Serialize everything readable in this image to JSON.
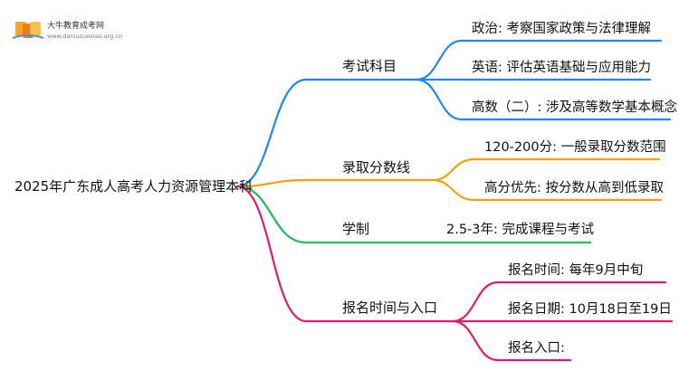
{
  "logo": {
    "title": "大牛教育成考网",
    "url": "www.daniuzuexiao.org.cn"
  },
  "root": {
    "label": "2025年广东成人高考人力资源管理本科"
  },
  "colors": {
    "blue": "#1e88f0",
    "orange": "#f5a00a",
    "green": "#1fbf5a",
    "pink": "#e8176e"
  },
  "branches": [
    {
      "label": "考试科目",
      "color": "blue",
      "leaves": [
        {
          "label": "政治: 考察国家政策与法律理解"
        },
        {
          "label": "英语: 评估英语基础与应用能力"
        },
        {
          "label": "高数（二）: 涉及高等数学基本概念"
        }
      ]
    },
    {
      "label": "录取分数线",
      "color": "orange",
      "leaves": [
        {
          "label": "120-200分: 一般录取分数范围"
        },
        {
          "label": "高分优先: 按分数从高到低录取"
        }
      ]
    },
    {
      "label": "学制",
      "color": "green",
      "leaves": [
        {
          "label": "2.5-3年: 完成课程与考试"
        }
      ]
    },
    {
      "label": "报名时间与入口",
      "color": "pink",
      "leaves": [
        {
          "label": "报名时间: 每年9月中旬"
        },
        {
          "label": "报名日期: 10月18日至19日"
        },
        {
          "label": "报名入口:"
        }
      ]
    }
  ]
}
